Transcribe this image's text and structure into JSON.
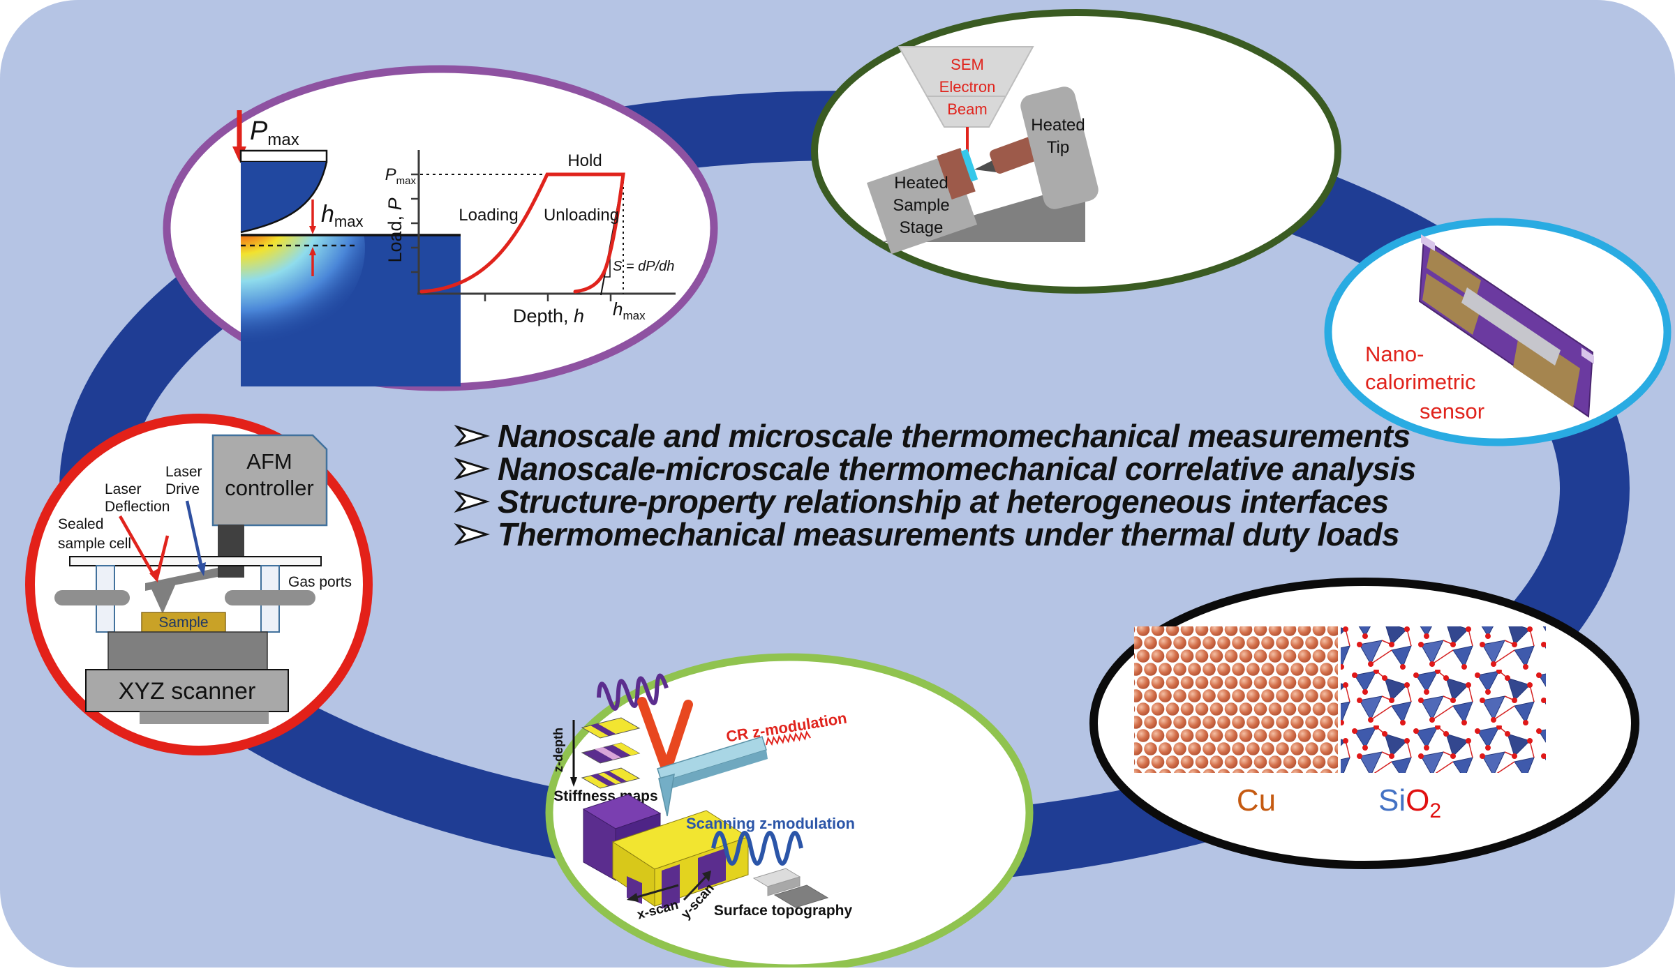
{
  "colors": {
    "background": "#b5c4e4",
    "ring": "#1f3d94",
    "panel_purple": "#8e52a1",
    "panel_dark_green": "#3a5b22",
    "panel_cyan": "#29abe2",
    "panel_red": "#e32119",
    "panel_light_green": "#90c34f",
    "panel_black": "#0b0b0b",
    "accent_red": "#e0231c",
    "copper": "#c55a11",
    "si_blue": "#4472c4",
    "o_red": "#e01010"
  },
  "bullets": {
    "items": [
      "Nanoscale and microscale thermomechanical measurements",
      "Nanoscale-microscale thermomechanical correlative analysis",
      "Structure-property relationship at heterogeneous interfaces",
      "Thermomechanical measurements under thermal duty loads"
    ]
  },
  "indent": {
    "pmax_var": "P",
    "pmax_sub": "max",
    "hmax_var": "h",
    "hmax_sub": "max",
    "hold": "Hold",
    "loading": "Loading",
    "unloading": "Unloading",
    "slope": "S = dP/dh",
    "ylabel_prefix": "Load, ",
    "ylabel_var": "P",
    "xlabel_prefix": "Depth, ",
    "xlabel_var": "h"
  },
  "sem": {
    "beam": [
      "SEM",
      "Electron",
      "Beam"
    ],
    "tip": [
      "Heated",
      "Tip"
    ],
    "stage": [
      "Heated",
      "Sample",
      "Stage"
    ]
  },
  "calorimeter": {
    "lines": [
      "Nano-",
      "calorimetric",
      "sensor"
    ]
  },
  "afm": {
    "controller": [
      "AFM",
      "controller"
    ],
    "laser_deflection": [
      "Laser",
      "Deflection"
    ],
    "laser_drive": [
      "Laser",
      "Drive"
    ],
    "sealed_cell": [
      "Sealed",
      "sample cell"
    ],
    "gas_ports": "Gas ports",
    "sample": "Sample",
    "scanner": "XYZ scanner"
  },
  "cr_afm": {
    "cr_mod": "CR z-modulation",
    "scan_mod": "Scanning z-modulation",
    "stiffness": "Stiffness maps",
    "z_depth": "z-depth",
    "x_scan": "x-scan",
    "y_scan": "y-scan",
    "topography": "Surface topography"
  },
  "md": {
    "cu": "Cu",
    "si": "Si",
    "o": "O",
    "o_sub": "2"
  }
}
